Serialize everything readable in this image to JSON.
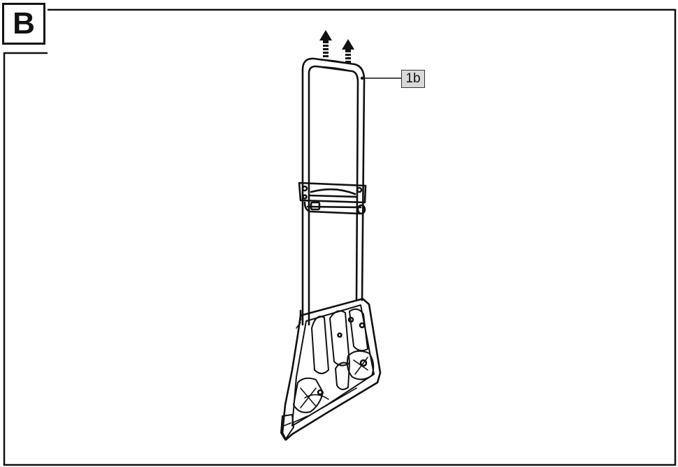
{
  "panel": {
    "section_label": "B",
    "callout_label": "1b",
    "colors": {
      "line": "#111111",
      "callout_fill": "#d9d9d9",
      "background": "#ffffff"
    }
  },
  "figure": {
    "subject": "folding-hand-truck",
    "arrows": [
      "arrow-up-icon",
      "arrow-up-icon"
    ]
  }
}
